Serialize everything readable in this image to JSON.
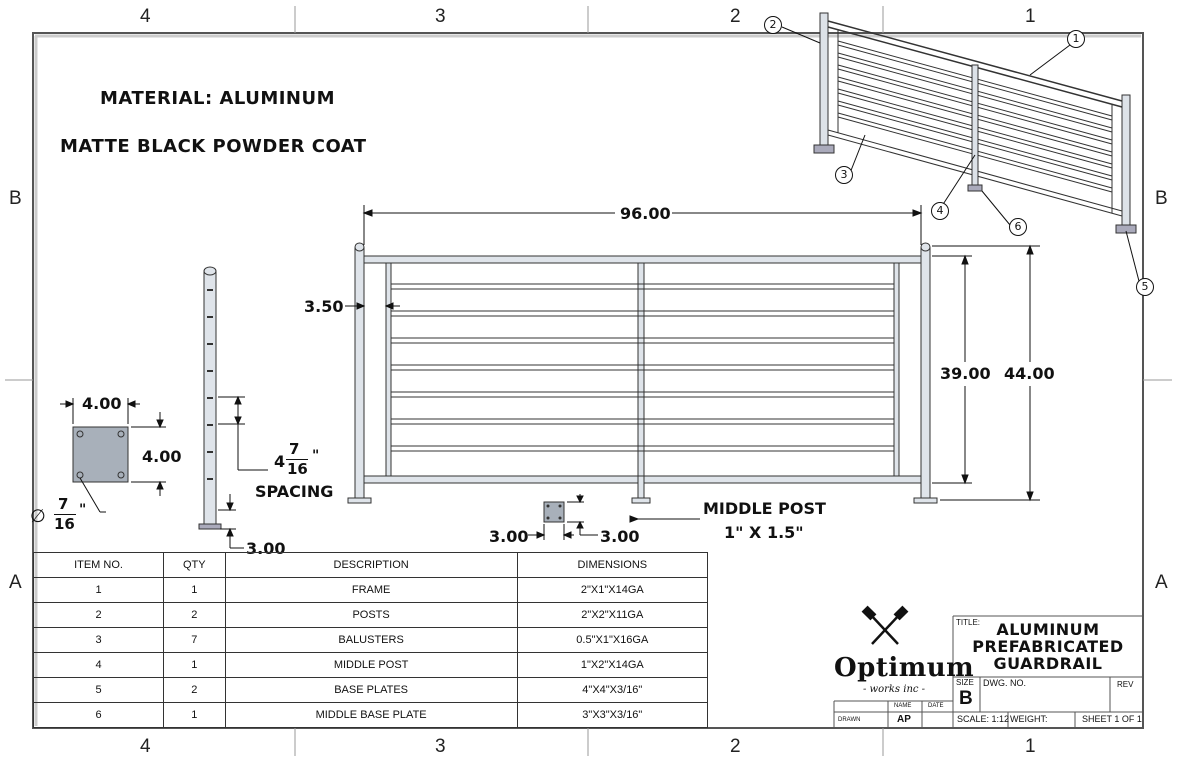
{
  "zones": {
    "top": [
      "4",
      "3",
      "2",
      "1"
    ],
    "bottom": [
      "4",
      "3",
      "2",
      "1"
    ],
    "left": [
      "B",
      "A"
    ],
    "right": [
      "B",
      "A"
    ]
  },
  "notes": {
    "material": "MATERIAL: ALUMINUM",
    "finish": "MATTE BLACK POWDER COAT"
  },
  "dimensions": {
    "overall_width": "96.00",
    "inset": "3.50",
    "panel_height": "39.00",
    "overall_height": "44.00",
    "plate_width": "4.00",
    "plate_height": "4.00",
    "hole_prefix": "∅",
    "hole_num": "7",
    "hole_den": "16",
    "hole_unit": "\"",
    "spacing_whole": "4",
    "spacing_num": "7",
    "spacing_den": "16",
    "spacing_unit": "\"",
    "spacing_label": "SPACING",
    "post_base": "3.00",
    "mid_plate_a": "3.00",
    "mid_plate_b": "3.00",
    "middle_post_label": "MIDDLE POST",
    "middle_post_size": "1\" X 1.5\""
  },
  "balloons": [
    "1",
    "2",
    "3",
    "4",
    "5",
    "6"
  ],
  "bom": {
    "headers": [
      "ITEM NO.",
      "QTY",
      "DESCRIPTION",
      "DIMENSIONS"
    ],
    "rows": [
      [
        "1",
        "1",
        "FRAME",
        "2\"X1\"X14GA"
      ],
      [
        "2",
        "2",
        "POSTS",
        "2\"X2\"X11GA"
      ],
      [
        "3",
        "7",
        "BALUSTERS",
        "0.5\"X1\"X16GA"
      ],
      [
        "4",
        "1",
        "MIDDLE POST",
        "1\"X2\"X14GA"
      ],
      [
        "5",
        "2",
        "BASE PLATES",
        "4\"X4\"X3/16\""
      ],
      [
        "6",
        "1",
        "MIDDLE BASE PLATE",
        "3\"X3\"X3/16\""
      ]
    ]
  },
  "title_block": {
    "logo_name": "Optimum",
    "logo_sub": "- works inc -",
    "title_label": "TITLE:",
    "title_line1": "ALUMINUM",
    "title_line2": "PREFABRICATED",
    "title_line3": "GUARDRAIL",
    "size_label": "SIZE",
    "size_value": "B",
    "dwg_label": "DWG.  NO.",
    "rev_label": "REV",
    "name_label": "NAME",
    "date_label": "DATE",
    "drawn_label": "DRAWN",
    "drawn_by": "AP",
    "scale": "SCALE: 1:12",
    "weight": "WEIGHT:",
    "sheet": "SHEET 1 OF 1"
  }
}
